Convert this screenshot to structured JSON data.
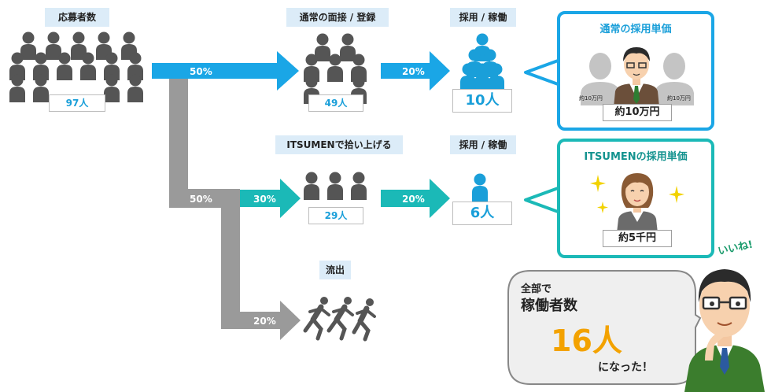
{
  "stages": {
    "applicants": {
      "label": "応募者数",
      "count": "97人"
    },
    "interview": {
      "label": "通常の面接 / 登録",
      "count": "49人"
    },
    "hire_normal": {
      "label": "採用 / 稼働",
      "count": "10人"
    },
    "itsumen": {
      "label": "ITSUMENで拾い上げる",
      "count": "29人"
    },
    "hire_itsumen": {
      "label": "採用 / 稼働",
      "count": "6人"
    },
    "outflow": {
      "label": "流出"
    }
  },
  "rates": {
    "to_interview": "50%",
    "interview_to_hire": "20%",
    "to_branch": "50%",
    "to_itsumen": "30%",
    "itsumen_to_hire": "20%",
    "to_outflow": "20%"
  },
  "normal_card": {
    "title": "通常の採用単価",
    "price": "約10万円",
    "side_left": "約10万円",
    "side_right": "約10万円"
  },
  "itsumen_card": {
    "title": "ITSUMENの採用単価",
    "price": "約5千円"
  },
  "result": {
    "line1": "全部で",
    "line2": "稼働者数",
    "number": "16人",
    "line3": "になった！",
    "exclaim": "いいね!"
  },
  "colors": {
    "blue": "#1aa6e6",
    "teal": "#1bb9b7",
    "gray": "#9a9a9a",
    "dark": "#555555",
    "person_blue": "#1a9fd9",
    "accent": "#f3a200"
  }
}
